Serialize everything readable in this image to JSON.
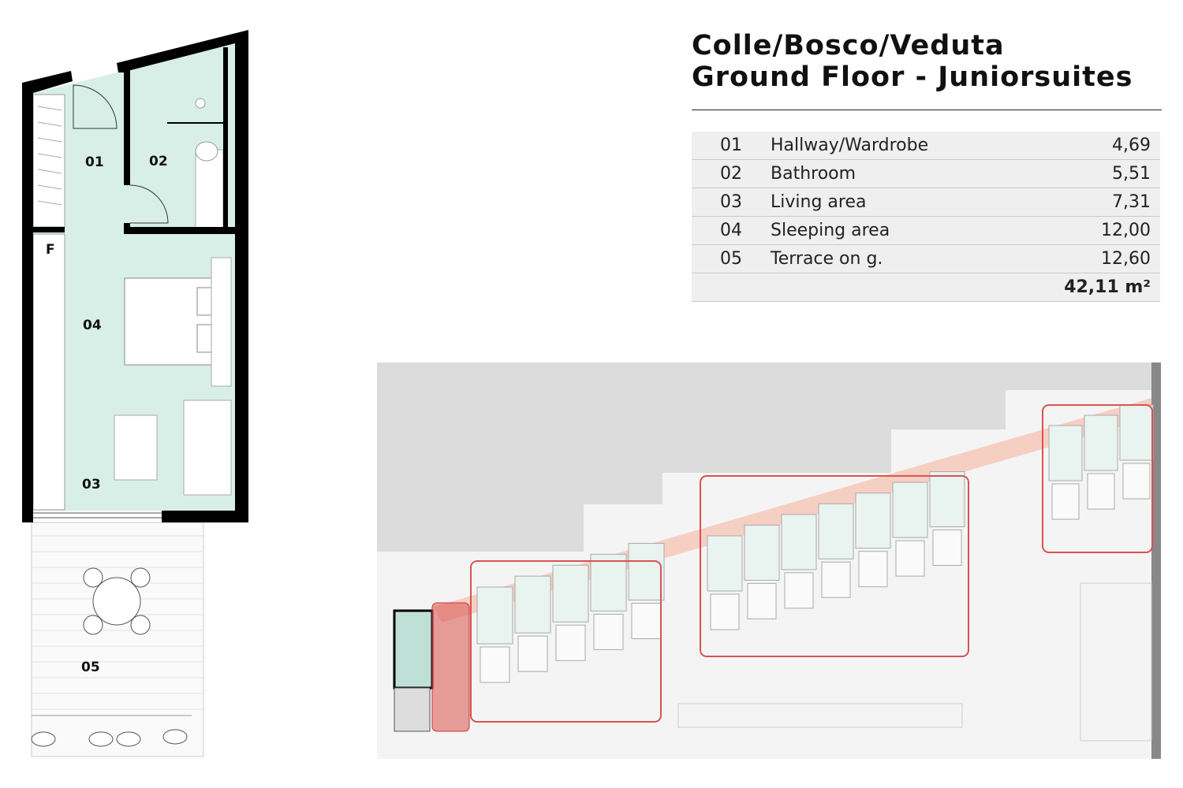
{
  "title": {
    "line1": "Colle/Bosco/Veduta",
    "line2": "Ground Floor -  Juniorsuites"
  },
  "rooms": [
    {
      "no": "01",
      "name": "Hallway/Wardrobe",
      "area": "4,69"
    },
    {
      "no": "02",
      "name": "Bathroom",
      "area": "5,51"
    },
    {
      "no": "03",
      "name": "Living area",
      "area": "7,31"
    },
    {
      "no": "04",
      "name": "Sleeping area",
      "area": "12,00"
    },
    {
      "no": "05",
      "name": "Terrace on g.",
      "area": "12,60"
    }
  ],
  "total": "42,11 m²",
  "plan_labels": {
    "r01": "01",
    "r02": "02",
    "r03": "03",
    "r04": "04",
    "r05": "05",
    "fridge": "F"
  },
  "colors": {
    "room_fill": "#d8efe8",
    "highlight_red": "#d9534f",
    "corridor": "#f6cfc3",
    "wall": "#000000"
  }
}
